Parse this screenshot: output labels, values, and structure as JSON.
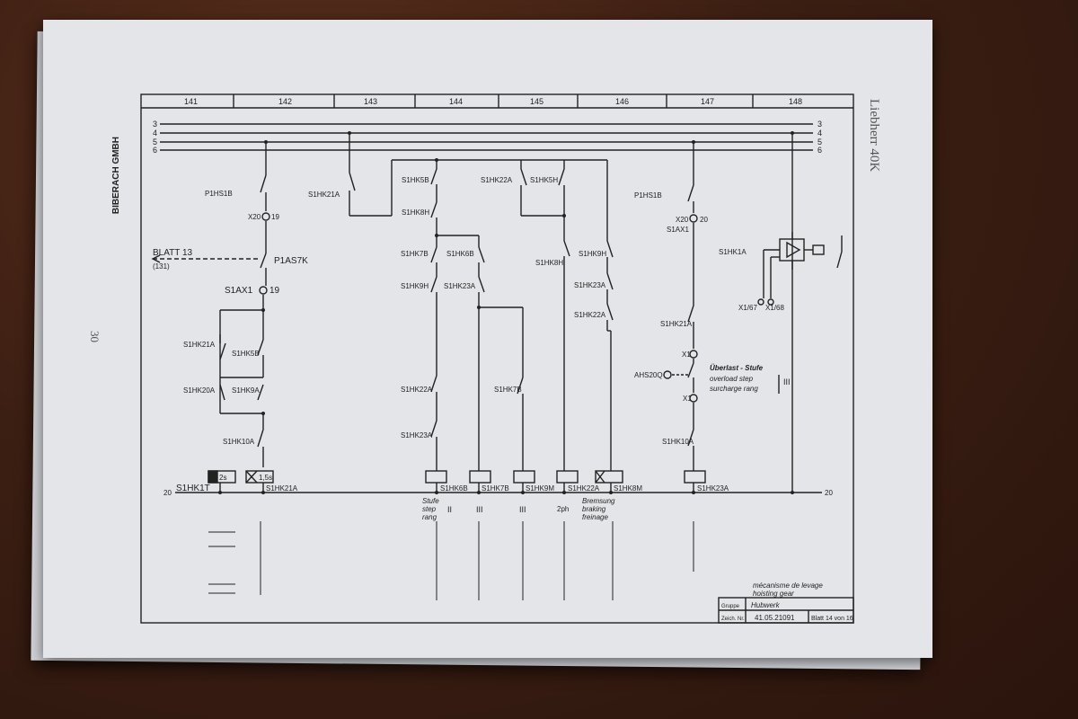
{
  "header": {
    "columns": [
      "141",
      "142",
      "143",
      "144",
      "145",
      "146",
      "147",
      "148"
    ]
  },
  "side": {
    "manufacturer": "BIBERACH GMBH",
    "page_number": "30",
    "brand": "Liebherr 40K"
  },
  "busbars": [
    "3",
    "4",
    "5",
    "6"
  ],
  "labels": {
    "blatt": "BLATT 13",
    "blatt_ref": "(131)",
    "p1as7k": "P1AS7K",
    "s1ax1_left": "S1AX1",
    "s1ax1_num": "19",
    "p1hs1b_left": "P1HS1B",
    "x20_left": "X20",
    "x20_left_num": "19",
    "s1hk21a_mid": "S1HK21A",
    "s1hk21a_left": "S1HK21A",
    "s1hk5b_left": "S1HK5B",
    "s1hk20a": "S1HK20A",
    "s1hk9a": "S1HK9A",
    "s1hk10a_left": "S1HK10A",
    "s1hk1t": "S1HK1T",
    "delay": "2s",
    "time15": "1,5s",
    "a2_s1hk21a": "S1HK21A",
    "s1hk5b_c": "S1HK5B",
    "s1hk8h": "S1HK8H",
    "s1hk7b_a": "S1HK7B",
    "s1hk6b": "S1HK6B",
    "s1hk9h": "S1HK9H",
    "s1hk23a_b": "S1HK23A",
    "s1hk22a_a": "S1HK22A",
    "s1hk23a_a": "S1HK23A",
    "s1hk7b_b": "S1HK7B",
    "s1hk22a_top": "S1HK22A",
    "s1hk5h": "S1HK5H",
    "s1hk8h_b": "S1HK8H",
    "s1hk9h_b": "S1HK9H",
    "s1hk23a_c": "S1HK23A",
    "s1hk22a_c": "S1HK22A",
    "p1hs1b_right": "P1HS1B",
    "x20_right": "X20",
    "x20_right_num": "20",
    "s1ax1_right": "S1AX1",
    "s1hk21a_right": "S1HK21A",
    "x1_60": "X1",
    "ahs20q": "AHS20Q",
    "x1_59": "X1",
    "s1hk10a_right": "S1HK10A",
    "s1hk1a": "S1HK1A",
    "x1_67": "X1/67",
    "x1_68": "X1/68",
    "rung_20_left": "20",
    "rung_20_right": "20",
    "a_labels": [
      "S1HK6B",
      "S1HK7B",
      "S1HK9M",
      "S1HK22A",
      "S1HK8M",
      "S1HK23A"
    ],
    "stufe": "Stufe",
    "step": "step",
    "rang": "rang",
    "roman_ii": "II",
    "roman_iii_a": "III",
    "roman_iii_b": "III",
    "ph": "2ph",
    "bremsung": "Bremsung",
    "braking": "braking",
    "freinage": "freinage",
    "overload_de": "Überlast - Stufe",
    "overload_en": "overload step",
    "overload_fr": "surcharge rang",
    "overload_roman": "III"
  },
  "title_block": {
    "desc_fr": "mécanisme de levage",
    "desc_en": "hoisting gear",
    "gruppe_label": "Gruppe",
    "gruppe_value": "Hubwerk",
    "zeich_label": "Zeich. Nr.",
    "zeich_value": "41.05.21091",
    "blatt": "Blatt 14 von 16"
  }
}
